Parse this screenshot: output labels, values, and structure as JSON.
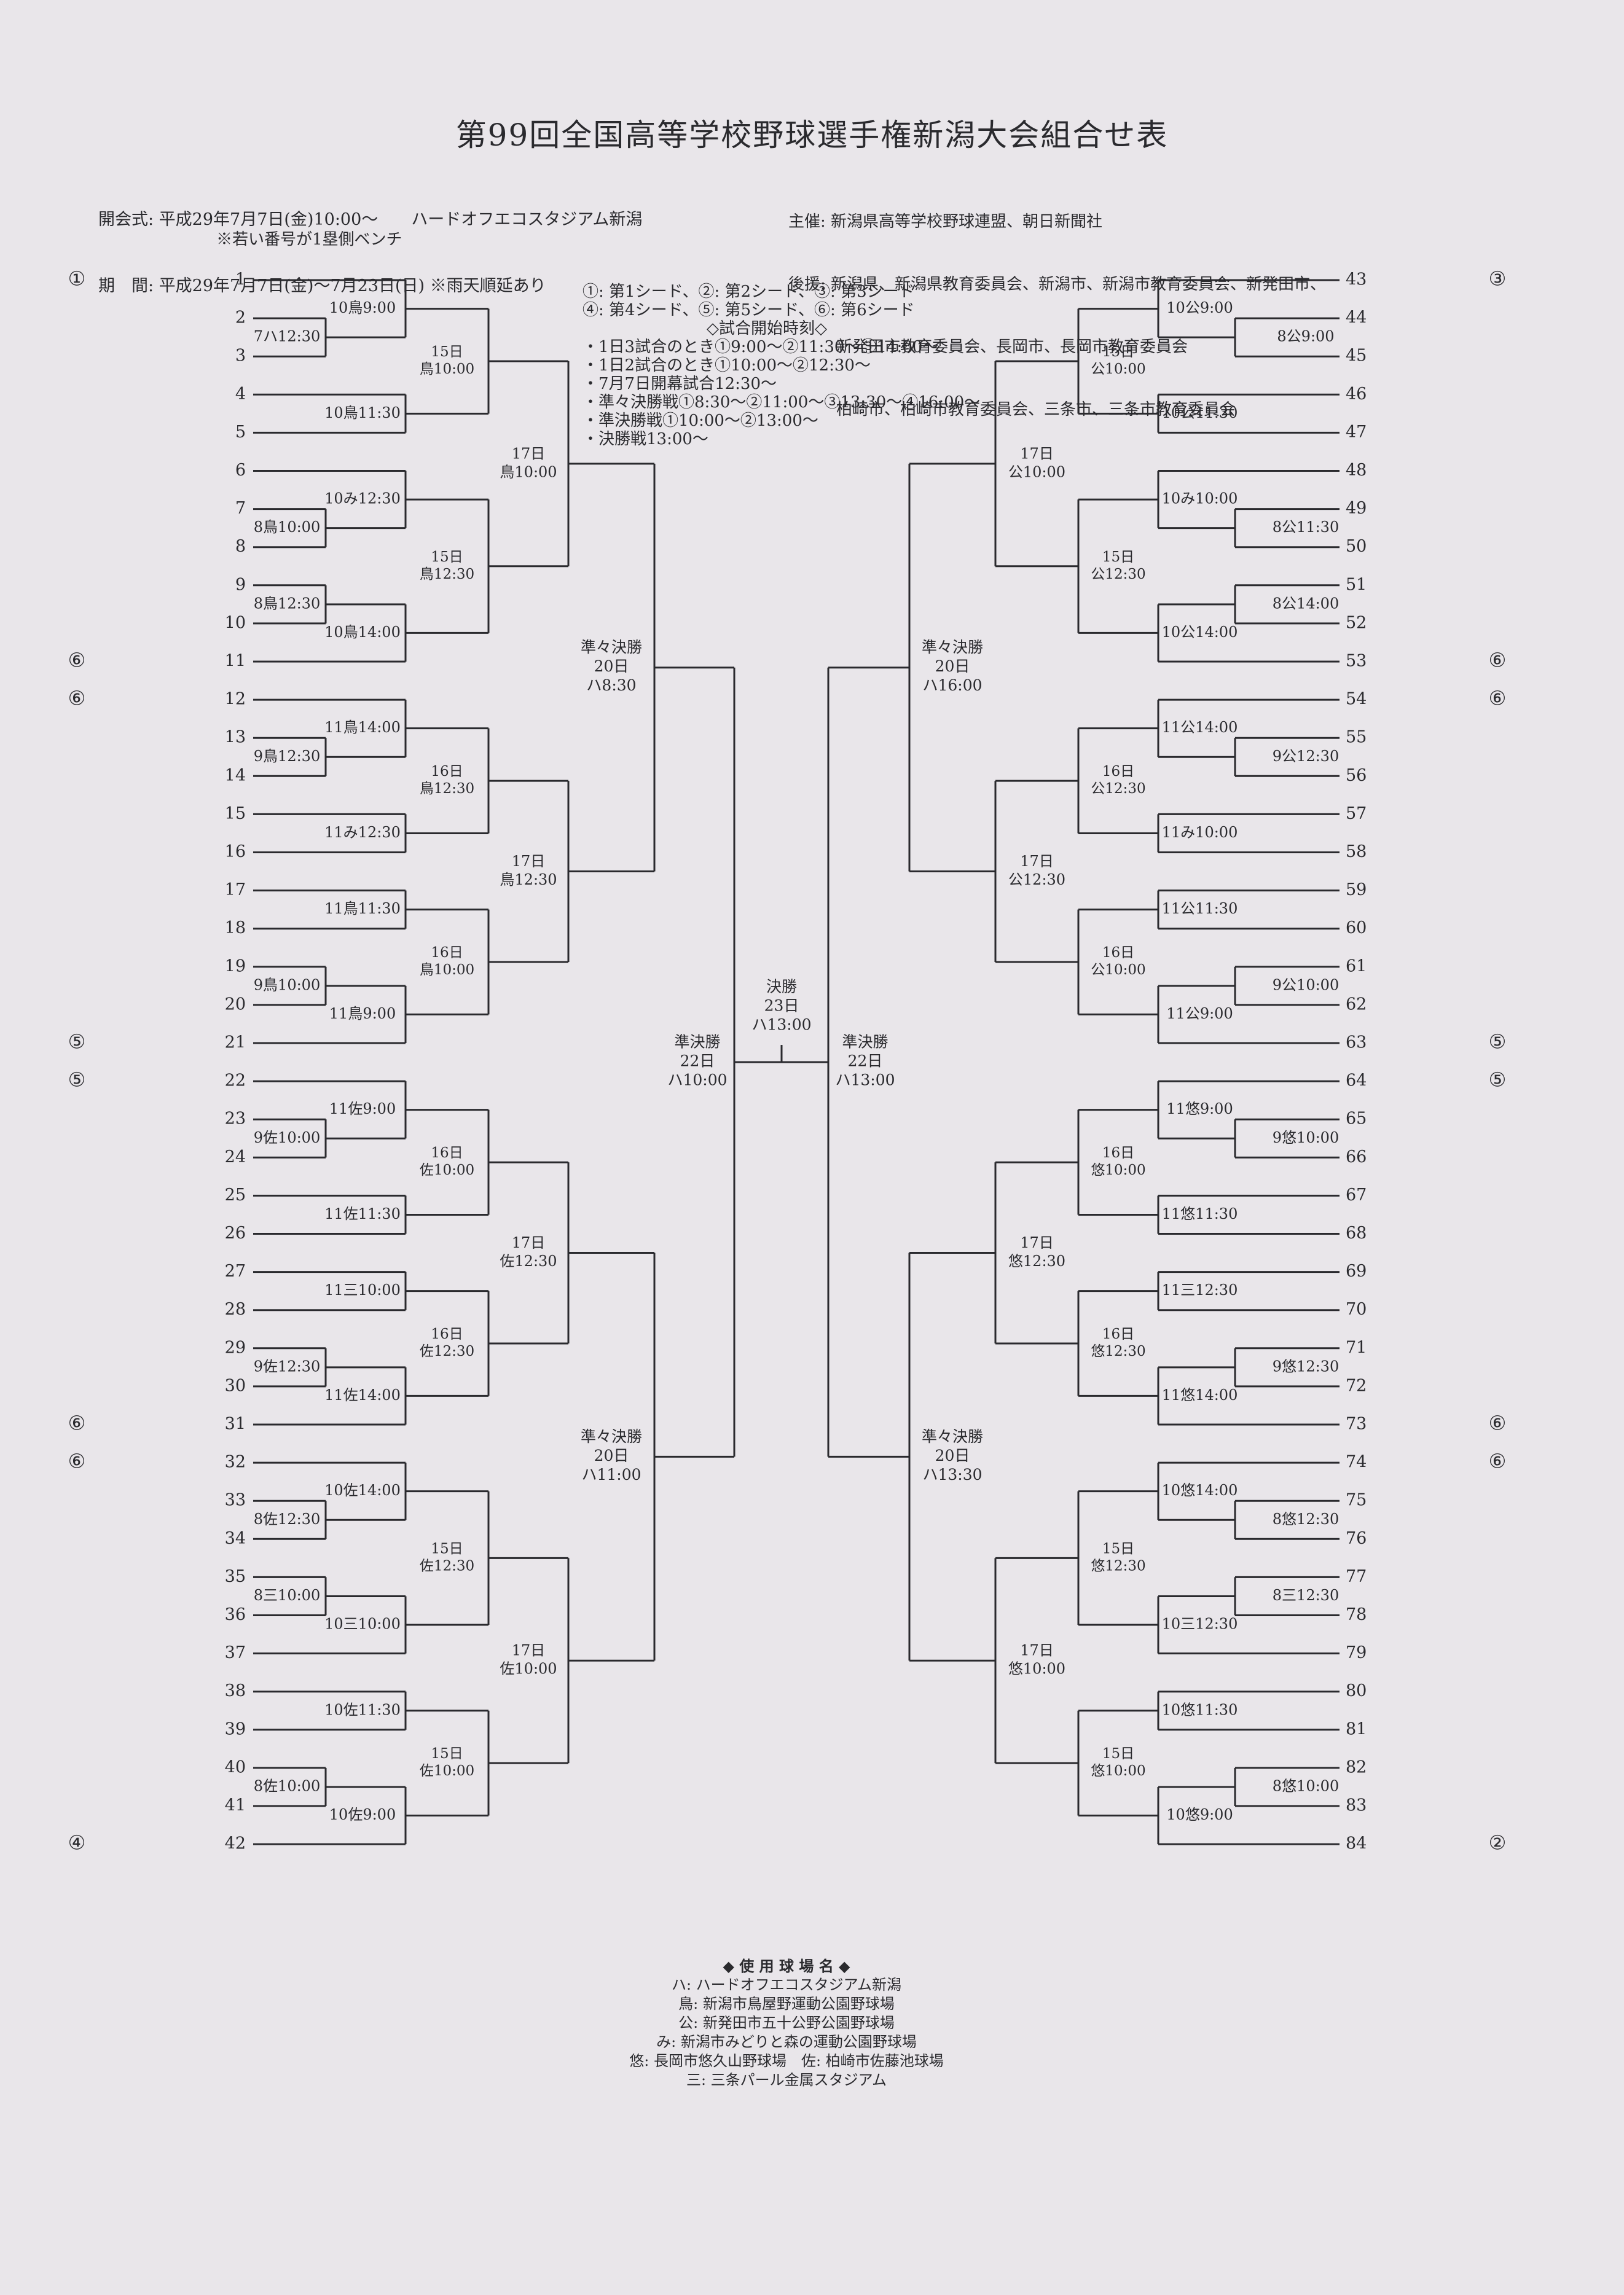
{
  "title": "第99回全国高等学校野球選手権新潟大会組合せ表",
  "header_left": [
    "開会式: 平成29年7月7日(金)10:00～　　ハードオフエコスタジアム新潟",
    "期　間: 平成29年7月7日(金)～7月23日(日) ※雨天順延あり"
  ],
  "header_right": [
    "主催: 新潟県高等学校野球連盟、朝日新聞社",
    "後援: 新潟県、新潟県教育委員会、新潟市、新潟市教育委員会、新発田市、",
    "　　　新発田市教育委員会、長岡市、長岡市教育委員会",
    "　　　柏崎市、柏崎市教育委員会、三条市、三条市教育委員会"
  ],
  "bench_note": "※若い番号が1塁側ベンチ",
  "legend": [
    "①: 第1シード、②: 第2シード、③: 第3シード",
    "④: 第4シード、⑤: 第5シード、⑥: 第6シード",
    "◇試合開始時刻◇",
    "・1日3試合のとき①9:00～②11:30～③14:00～",
    "・1日2試合のとき①10:00～②12:30～",
    "・7月7日開幕試合12:30～",
    "・準々決勝戦①8:30～②11:00～③13:30～④16:00～",
    "・準決勝戦①10:00～②13:00～",
    "・決勝戦13:00～"
  ],
  "venues_heading": "◆ 使 用 球 場 名 ◆",
  "venues": [
    "ハ: ハードオフエコスタジアム新潟",
    "鳥: 新潟市鳥屋野運動公園野球場",
    "公: 新発田市五十公野公園野球場",
    "み: 新潟市みどりと森の運動公園野球場",
    "悠: 長岡市悠久山野球場　佐: 柏崎市佐藤池球場",
    "三: 三条パール金属スタジアム"
  ],
  "seed_marks": {
    "left": [
      [
        "①",
        1
      ],
      [
        "⑥",
        11
      ],
      [
        "⑥",
        12
      ],
      [
        "⑤",
        21
      ],
      [
        "⑤",
        22
      ],
      [
        "⑥",
        31
      ],
      [
        "⑥",
        32
      ],
      [
        "④",
        42
      ]
    ],
    "right": [
      [
        "③",
        43
      ],
      [
        "⑥",
        53
      ],
      [
        "⑥",
        54
      ],
      [
        "⑤",
        63
      ],
      [
        "⑤",
        64
      ],
      [
        "⑥",
        73
      ],
      [
        "⑥",
        74
      ],
      [
        "②",
        84
      ]
    ]
  },
  "bracket": {
    "left": {
      "teams_from": 1,
      "blocks": [
        {
          "labels": [
            "15日",
            "鳥10:00"
          ],
          "halves": [
            {
              "slots": [
                "2",
                3
              ],
              "labels": [
                "10鳥9:00"
              ],
              "sub": {
                "slots": [
                  2,
                  3
                ],
                "labels": [
                  "7ハ12:30"
                ]
              }
            },
            {
              "slots": [
                4,
                5
              ],
              "labels": [
                "10鳥11:30"
              ]
            }
          ]
        },
        {
          "labels": [
            "15日",
            "鳥12:30"
          ],
          "halves": [
            {
              "slots": [
                6,
                "s"
              ],
              "labels": [
                "10み12:30"
              ],
              "sub": {
                "slots": [
                  7,
                  8
                ],
                "labels": [
                  "8鳥10:00"
                ]
              }
            },
            {
              "slots": [
                "s",
                11
              ],
              "labels": [
                "10鳥14:00"
              ],
              "sub": {
                "slots": [
                  9,
                  10
                ],
                "labels": [
                  "8鳥12:30"
                ]
              }
            }
          ]
        },
        {
          "labels": [
            "16日",
            "鳥12:30"
          ],
          "halves": [
            {
              "slots": [
                12,
                "s"
              ],
              "labels": [
                "11鳥14:00"
              ],
              "sub": {
                "slots": [
                  13,
                  14
                ],
                "labels": [
                  "9鳥12:30"
                ]
              }
            },
            {
              "slots": [
                15,
                16
              ],
              "labels": [
                "11み12:30"
              ]
            }
          ]
        },
        {
          "labels": [
            "16日",
            "鳥10:00"
          ],
          "halves": [
            {
              "slots": [
                17,
                18
              ],
              "labels": [
                "11鳥11:30"
              ]
            },
            {
              "slots": [
                "s",
                21
              ],
              "labels": [
                "11鳥9:00"
              ],
              "sub": {
                "slots": [
                  19,
                  20
                ],
                "labels": [
                  "9鳥10:00"
                ]
              }
            }
          ]
        },
        {
          "labels": [
            "16日",
            "佐10:00"
          ],
          "halves": [
            {
              "slots": [
                22,
                "s"
              ],
              "labels": [
                "11佐9:00"
              ],
              "sub": {
                "slots": [
                  23,
                  24
                ],
                "labels": [
                  "9佐10:00"
                ]
              }
            },
            {
              "slots": [
                25,
                26
              ],
              "labels": [
                "11佐11:30"
              ]
            }
          ]
        },
        {
          "labels": [
            "16日",
            "佐12:30"
          ],
          "halves": [
            {
              "slots": [
                27,
                28
              ],
              "labels": [
                "11三10:00"
              ]
            },
            {
              "slots": [
                "s",
                31
              ],
              "labels": [
                "11佐14:00"
              ],
              "sub": {
                "slots": [
                  29,
                  30
                ],
                "labels": [
                  "9佐12:30"
                ]
              }
            }
          ]
        },
        {
          "labels": [
            "15日",
            "佐12:30"
          ],
          "halves": [
            {
              "slots": [
                32,
                "s"
              ],
              "labels": [
                "10佐14:00"
              ],
              "sub": {
                "slots": [
                  33,
                  34
                ],
                "labels": [
                  "8佐12:30"
                ]
              }
            },
            {
              "slots": [
                "s",
                37
              ],
              "labels": [
                "10三10:00"
              ],
              "sub": {
                "slots": [
                  35,
                  36
                ],
                "labels": [
                  "8三10:00"
                ]
              }
            }
          ]
        },
        {
          "labels": [
            "15日",
            "佐10:00"
          ],
          "halves": [
            {
              "slots": [
                38,
                39
              ],
              "labels": [
                "10佐11:30"
              ]
            },
            {
              "slots": [
                "s",
                42
              ],
              "labels": [
                "10佐9:00"
              ],
              "sub": {
                "slots": [
                  40,
                  41
                ],
                "labels": [
                  "8佐10:00"
                ]
              }
            }
          ]
        }
      ],
      "r17": [
        [
          "17日",
          "鳥10:00"
        ],
        [
          "17日",
          "鳥12:30"
        ],
        [
          "17日",
          "佐12:30"
        ],
        [
          "17日",
          "佐10:00"
        ]
      ],
      "qf": [
        [
          "準々決勝",
          "20日",
          "ハ8:30"
        ],
        [
          "準々決勝",
          "20日",
          "ハ11:00"
        ]
      ],
      "sf": [
        "準決勝",
        "22日",
        "ハ10:00"
      ]
    },
    "right": {
      "teams_from": 43,
      "blocks": [
        {
          "labels": [
            "15日",
            "公10:00"
          ],
          "halves": [
            {
              "slots": [
                43,
                "s"
              ],
              "labels": [
                "10公9:00"
              ],
              "sub": {
                "slots": [
                  44,
                  45
                ],
                "labels": [
                  "8公9:00"
                ]
              }
            },
            {
              "slots": [
                46,
                47
              ],
              "labels": [
                "10公11:30"
              ]
            }
          ]
        },
        {
          "labels": [
            "15日",
            "公12:30"
          ],
          "halves": [
            {
              "slots": [
                48,
                "s"
              ],
              "labels": [
                "10み10:00"
              ],
              "sub": {
                "slots": [
                  49,
                  50
                ],
                "labels": [
                  "8公11:30"
                ]
              }
            },
            {
              "slots": [
                "s",
                53
              ],
              "labels": [
                "10公14:00"
              ],
              "sub": {
                "slots": [
                  51,
                  52
                ],
                "labels": [
                  "8公14:00"
                ]
              }
            }
          ]
        },
        {
          "labels": [
            "16日",
            "公12:30"
          ],
          "halves": [
            {
              "slots": [
                54,
                "s"
              ],
              "labels": [
                "11公14:00"
              ],
              "sub": {
                "slots": [
                  55,
                  56
                ],
                "labels": [
                  "9公12:30"
                ]
              }
            },
            {
              "slots": [
                57,
                58
              ],
              "labels": [
                "11み10:00"
              ]
            }
          ]
        },
        {
          "labels": [
            "16日",
            "公10:00"
          ],
          "halves": [
            {
              "slots": [
                59,
                60
              ],
              "labels": [
                "11公11:30"
              ]
            },
            {
              "slots": [
                "s",
                63
              ],
              "labels": [
                "11公9:00"
              ],
              "sub": {
                "slots": [
                  61,
                  62
                ],
                "labels": [
                  "9公10:00"
                ]
              }
            }
          ]
        },
        {
          "labels": [
            "16日",
            "悠10:00"
          ],
          "halves": [
            {
              "slots": [
                64,
                "s"
              ],
              "labels": [
                "11悠9:00"
              ],
              "sub": {
                "slots": [
                  65,
                  66
                ],
                "labels": [
                  "9悠10:00"
                ]
              }
            },
            {
              "slots": [
                67,
                68
              ],
              "labels": [
                "11悠11:30"
              ]
            }
          ]
        },
        {
          "labels": [
            "16日",
            "悠12:30"
          ],
          "halves": [
            {
              "slots": [
                69,
                70
              ],
              "labels": [
                "11三12:30"
              ]
            },
            {
              "slots": [
                "s",
                73
              ],
              "labels": [
                "11悠14:00"
              ],
              "sub": {
                "slots": [
                  71,
                  72
                ],
                "labels": [
                  "9悠12:30"
                ]
              }
            }
          ]
        },
        {
          "labels": [
            "15日",
            "悠12:30"
          ],
          "halves": [
            {
              "slots": [
                74,
                "s"
              ],
              "labels": [
                "10悠14:00"
              ],
              "sub": {
                "slots": [
                  75,
                  76
                ],
                "labels": [
                  "8悠12:30"
                ]
              }
            },
            {
              "slots": [
                "s",
                79
              ],
              "labels": [
                "10三12:30"
              ],
              "sub": {
                "slots": [
                  77,
                  78
                ],
                "labels": [
                  "8三12:30"
                ]
              }
            }
          ]
        },
        {
          "labels": [
            "15日",
            "悠10:00"
          ],
          "halves": [
            {
              "slots": [
                80,
                81
              ],
              "labels": [
                "10悠11:30"
              ]
            },
            {
              "slots": [
                "s",
                84
              ],
              "labels": [
                "10悠9:00"
              ],
              "sub": {
                "slots": [
                  82,
                  83
                ],
                "labels": [
                  "8悠10:00"
                ]
              }
            }
          ]
        }
      ],
      "r17": [
        [
          "17日",
          "公10:00"
        ],
        [
          "17日",
          "公12:30"
        ],
        [
          "17日",
          "悠12:30"
        ],
        [
          "17日",
          "悠10:00"
        ]
      ],
      "qf": [
        [
          "準々決勝",
          "20日",
          "ハ16:00"
        ],
        [
          "準々決勝",
          "20日",
          "ハ13:30"
        ]
      ],
      "sf": [
        "準決勝",
        "22日",
        "ハ13:00"
      ]
    },
    "final": [
      "決勝",
      "23日",
      "ハ13:00"
    ]
  }
}
